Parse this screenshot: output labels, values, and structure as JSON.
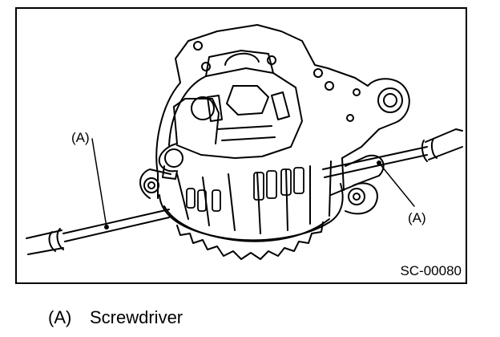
{
  "figure": {
    "callouts": {
      "left": "(A)",
      "right": "(A)"
    },
    "code": "SC-00080"
  },
  "legend": {
    "key": "(A)",
    "label": "Screwdriver"
  },
  "colors": {
    "line": "#000000",
    "background": "#ffffff"
  }
}
